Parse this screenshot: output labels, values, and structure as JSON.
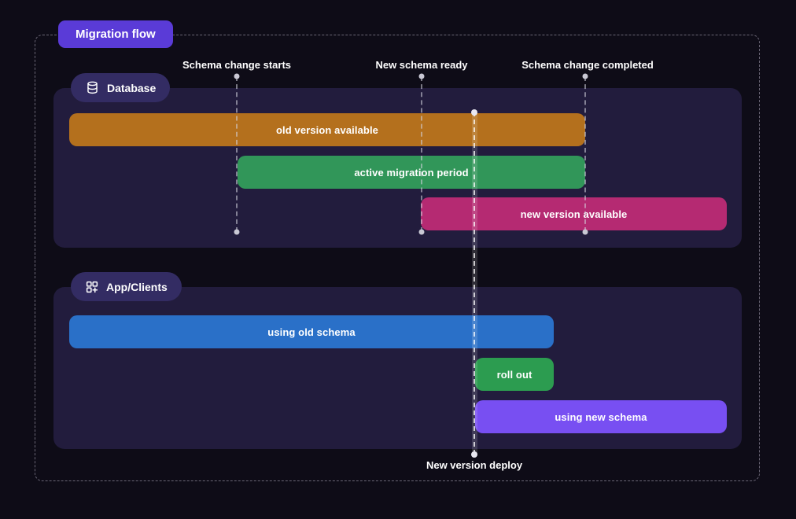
{
  "title": "Migration flow",
  "milestones": [
    {
      "label": "Schema change starts"
    },
    {
      "label": "New schema ready"
    },
    {
      "label": "Schema change completed"
    }
  ],
  "deploy": {
    "label": "New version deploy"
  },
  "sections": [
    {
      "label": "Database",
      "icon": "database-icon",
      "bars": [
        {
          "label": "old version available",
          "color": "#b4701d"
        },
        {
          "label": "active migration period",
          "color": "#319659"
        },
        {
          "label": "new version available",
          "color": "#b52a72"
        }
      ]
    },
    {
      "label": "App/Clients",
      "icon": "apps-plus-icon",
      "bars": [
        {
          "label": "using old schema",
          "color": "#2a70c8"
        },
        {
          "label": "roll out",
          "color": "#2c9c50"
        },
        {
          "label": "using new schema",
          "color": "#784ff2"
        }
      ]
    }
  ],
  "colors": {
    "background": "#0e0c17",
    "panel": "#221c3d",
    "title_badge": "#5a3bd7",
    "section_badge": "#332c63",
    "dashed_border": "#6a6675"
  }
}
